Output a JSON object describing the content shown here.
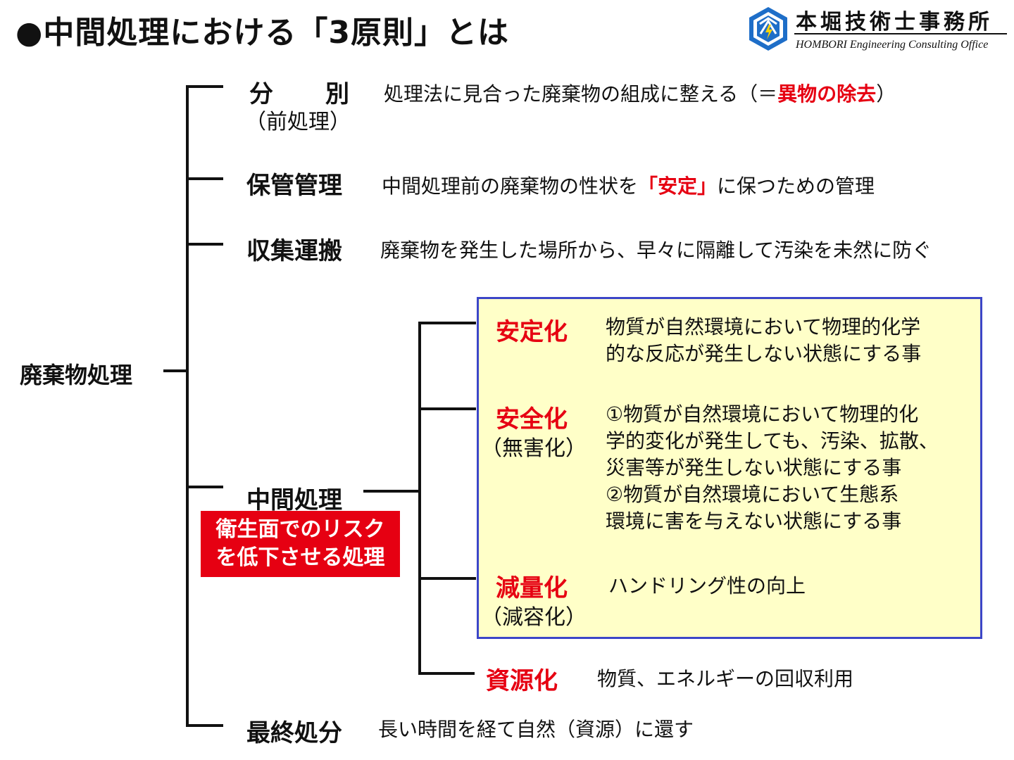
{
  "header": {
    "title": "●中間処理における「3原則」とは",
    "logo_jp": "本堀技術士事務所",
    "logo_en": "HOMBORI Engineering Consulting Office",
    "logo_icon": "hombori-logo-icon"
  },
  "root": "廃棄物処理",
  "categories": {
    "bunbetsu": {
      "label_a": "分",
      "label_b": "別",
      "sub": "（前処理）",
      "desc_pre": "処理法に見合った廃棄物の組成に整える（＝",
      "desc_em": "異物の除去",
      "desc_post": "）"
    },
    "hokan": {
      "label": "保管管理",
      "desc_pre": "中間処理前の廃棄物の性状を",
      "desc_em": "「安定」",
      "desc_post": "に保つための管理"
    },
    "shushu": {
      "label": "収集運搬",
      "desc": "廃棄物を発生した場所から、早々に隔離して汚染を未然に防ぐ"
    },
    "chukan": {
      "label": "中間処理",
      "badge_line1": "衛生面でのリスク",
      "badge_line2": "を低下させる処理"
    },
    "saishu": {
      "label": "最終処分",
      "desc": "長い時間を経て自然（資源）に還す"
    }
  },
  "principles": {
    "anteika": {
      "label": "安定化",
      "desc_line1": "物質が自然環境において物理的化学",
      "desc_line2": "的な反応が発生しない状態にする事"
    },
    "anzenka": {
      "label": "安全化",
      "sub": "（無害化）",
      "desc_line1": "①物質が自然環境において物理的化",
      "desc_line2": "学的変化が発生しても、汚染、拡散、",
      "desc_line3": "災害等が発生しない状態にする事",
      "desc_line4": "②物質が自然環境において生態系",
      "desc_line5": "環境に害を与えない状態にする事"
    },
    "genryoka": {
      "label": "減量化",
      "sub": "（減容化）",
      "desc": "ハンドリング性の向上"
    },
    "shigenka": {
      "label": "資源化",
      "desc": "物質、エネルギーの回収利用"
    }
  },
  "colors": {
    "accent_red": "#e60012",
    "box_fill": "#ffffc8",
    "box_border": "#3c46c8",
    "logo_blue": "#1e6ec8"
  }
}
